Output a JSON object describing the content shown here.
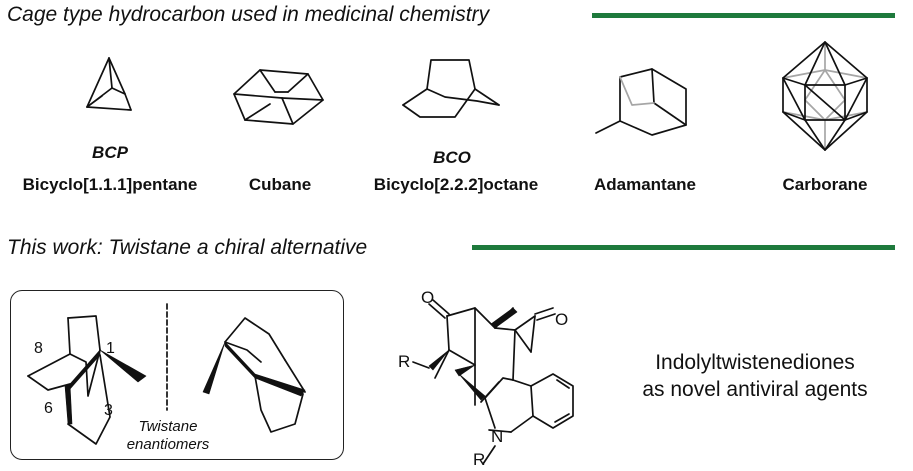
{
  "section1": {
    "heading": "Cage type hydrocarbon used in medicinal chemistry",
    "rule_color": "#1e7a3c",
    "molecules": [
      {
        "abbr": "BCP",
        "name": "Bicyclo[1.1.1]pentane"
      },
      {
        "abbr": "",
        "name": "Cubane"
      },
      {
        "abbr": "BCO",
        "name": "Bicyclo[2.2.2]octane"
      },
      {
        "abbr": "",
        "name": "Adamantane"
      },
      {
        "abbr": "",
        "name": "Carborane"
      }
    ]
  },
  "section2": {
    "heading": "This work: Twistane a chiral alternative",
    "rule_color": "#1e7a3c",
    "twistane_box": {
      "locants": [
        "8",
        "1",
        "6",
        "3"
      ],
      "caption_line1": "Twistane",
      "caption_line2": "enantiomers"
    },
    "product": {
      "atom_labels": {
        "o1": "O",
        "o2": "O",
        "r1": "R",
        "n": "N",
        "r2": "R"
      },
      "description_line1": "Indolyltwistenediones",
      "description_line2": "as novel antiviral agents"
    }
  }
}
